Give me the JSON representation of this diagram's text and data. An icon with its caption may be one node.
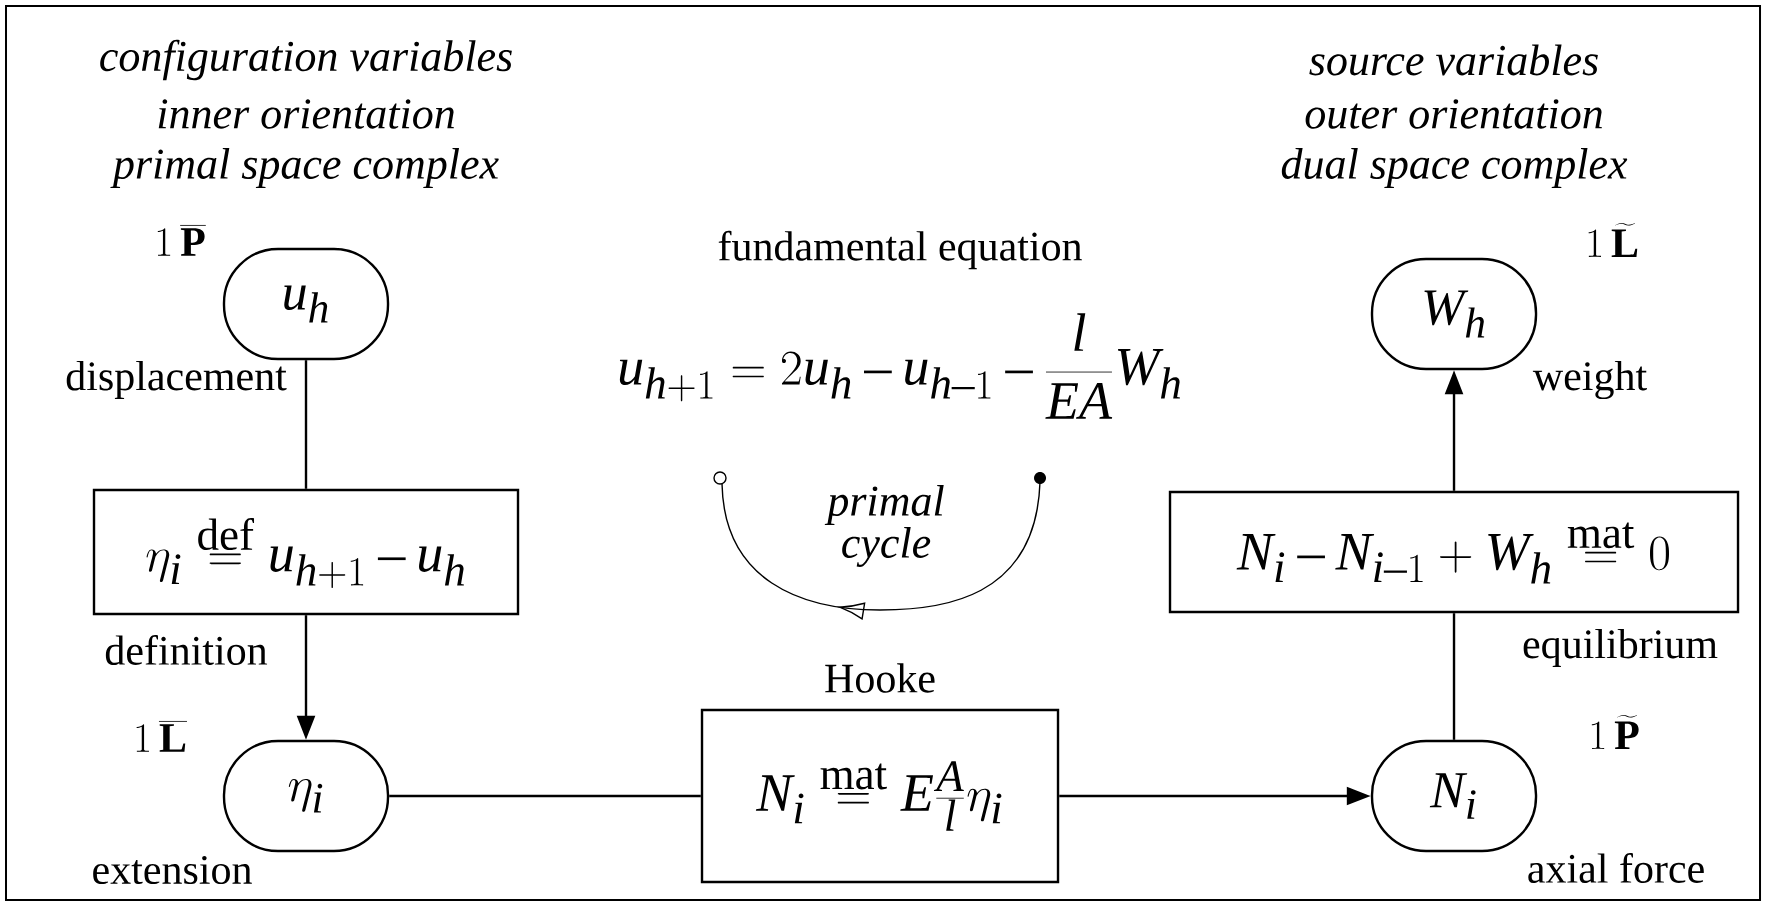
{
  "diagram": {
    "nodes": [
      {
        "text": [
          "u_h"
        ],
        "beside": [
          "1\\,\\overline{\\mathbf{P}}",
          "displacement"
        ]
      },
      {
        "text": [
          "\\eta_i \\stackrel{\\mathrm{def}}{=} u_{h+1} - u_h"
        ],
        "beside": [
          "definition"
        ]
      },
      {
        "text": [
          "\\eta_i"
        ],
        "beside": [
          "1\\,\\overline{\\mathbf{L}}",
          "extension"
        ]
      },
      {
        "text": [
          "N_i \\stackrel{\\mathrm{mat}}{=} E\\frac{A}{l}\\eta_i"
        ],
        "beside": [
          "Hooke"
        ]
      },
      {
        "text": [
          "N_i"
        ],
        "beside": [
          "1\\,\\widetilde{\\mathbf{P}}",
          "axial force"
        ]
      },
      {
        "text": [
          "N_i - N_{i-1} + W_h \\stackrel{\\mathrm{mat}}{=} 0"
        ],
        "beside": [
          "equilibrium"
        ]
      },
      {
        "text": [
          "W_h"
        ],
        "beside": [
          "1\\,\\widetilde{\\mathbf{L}}",
          "weight"
        ]
      }
    ],
    "edges": [
      {
        "from": 0,
        "to": 1,
        "arrow": "none"
      },
      {
        "from": 1,
        "to": 2,
        "arrow": "to"
      },
      {
        "from": 2,
        "to": 3,
        "arrow": "none"
      },
      {
        "from": 3,
        "to": 4,
        "arrow": "to"
      },
      {
        "from": 4,
        "to": 5,
        "arrow": "none"
      },
      {
        "from": 5,
        "to": 6,
        "arrow": "to"
      }
    ],
    "labels": [
      "configuration variables",
      "inner orientation",
      "primal space complex",
      "source variables",
      "outer orientation",
      "dual space complex",
      "fundamental equation",
      "u_{h+1} = 2u_h - u_{h-1} - \\frac{l}{EA} W_h",
      "primal cycle"
    ]
  }
}
